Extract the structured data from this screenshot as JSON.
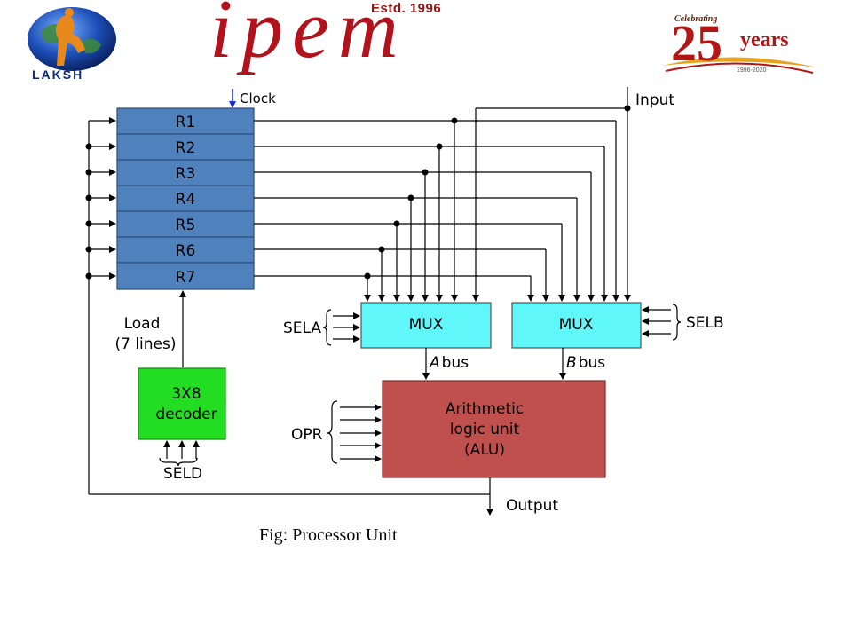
{
  "header": {
    "left_logo_text": "LAKSH",
    "center_logo_text": "ipem",
    "estd": "Estd. 1996",
    "badge_celebrating": "Celebrating",
    "badge_number": "25",
    "badge_years": "years",
    "badge_range": "1996-2020"
  },
  "diagram": {
    "clock": "Clock",
    "registers": [
      "R1",
      "R2",
      "R3",
      "R4",
      "R5",
      "R6",
      "R7"
    ],
    "input": "Input",
    "load_line1": "Load",
    "load_line2": "(7 lines)",
    "decoder_line1": "3X8",
    "decoder_line2": "decoder",
    "seld": "SELD",
    "sela": "SELA",
    "selb": "SELB",
    "mux_a": "MUX",
    "mux_b": "MUX",
    "a_bus_letter": "A",
    "b_bus_letter": "B",
    "bus_word": "bus",
    "opr": "OPR",
    "alu_line1": "Arithmetic",
    "alu_line2": "logic unit",
    "alu_line3": "(ALU)",
    "output": "Output"
  },
  "caption": "Fig: Processor Unit",
  "colors": {
    "register_fill": "#4f81bd",
    "mux_fill": "#5ff7fa",
    "decoder_fill": "#22dd22",
    "alu_fill": "#c0504d",
    "ipem_red": "#b1121b",
    "clock_arrow": "#1f2fd0"
  }
}
